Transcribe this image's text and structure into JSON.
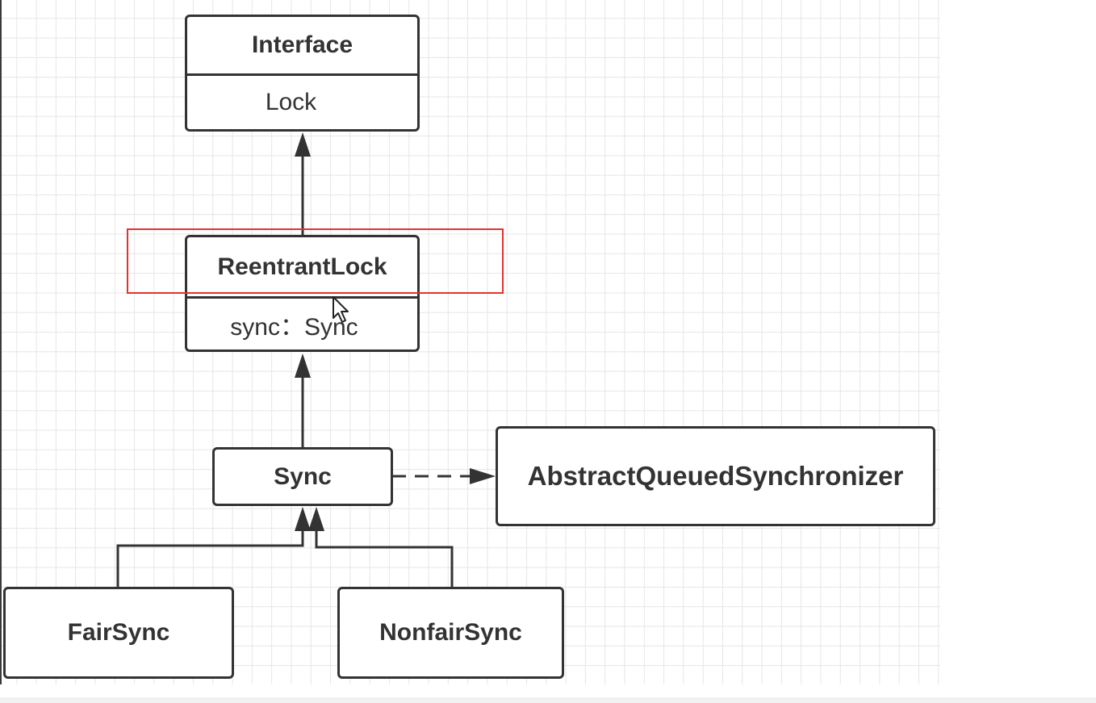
{
  "diagram": {
    "interface_box": {
      "header": "Interface",
      "body": "Lock"
    },
    "reentrantlock_box": {
      "header": "ReentrantLock",
      "body": "sync：Sync"
    },
    "sync_box": {
      "label": "Sync"
    },
    "aqs_box": {
      "label": "AbstractQueuedSynchronizer"
    },
    "fairsync_box": {
      "label": "FairSync"
    },
    "nonfairsync_box": {
      "label": "NonfairSync"
    }
  },
  "colors": {
    "line": "#333333",
    "grid": "#e6e6e6",
    "highlight": "#e5322d"
  },
  "icons": {
    "cursor": "mouse-pointer-icon"
  }
}
